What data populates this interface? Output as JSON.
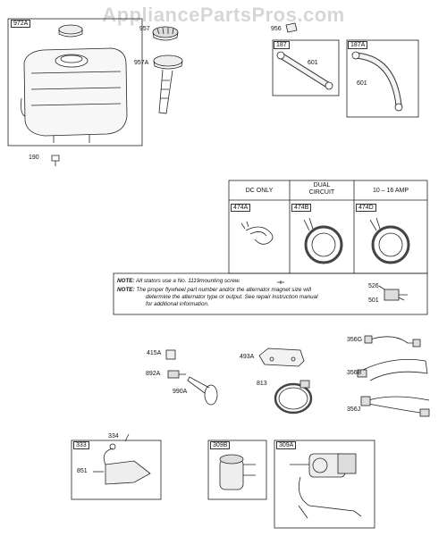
{
  "watermark": "AppliancePartsPros.com",
  "labels": {
    "p972A": "972A",
    "p957": "957",
    "p957A": "957A",
    "p956": "956",
    "p187": "187",
    "p187A": "187A",
    "p601a": "601",
    "p601b": "601",
    "p190": "190",
    "p474A": "474A",
    "p474B": "474B",
    "p474D": "474D",
    "p526": "526",
    "p501": "501",
    "p415A": "415A",
    "p892A": "892A",
    "p990A": "990A",
    "p493A": "493A",
    "p813": "813",
    "p356G": "356G",
    "p356B": "356B",
    "p356J": "356J",
    "p334": "334",
    "p333": "333",
    "p851": "851",
    "p309B": "309B",
    "p309A": "309A"
  },
  "stator_table": {
    "col1": "DC ONLY",
    "col2_line1": "DUAL",
    "col2_line2": "CIRCUIT",
    "col3": "10 – 16 AMP"
  },
  "notes": {
    "note1_label": "NOTE:",
    "note1_text": "All stators use a No. 1119mounting screw.",
    "note2_label": "NOTE:",
    "note2_line1": "The proper flywheel part number and/or the alternator magnet size will",
    "note2_line2": "determine the alternator type or output. See repair instruction manual",
    "note2_line3": "for additional information."
  }
}
